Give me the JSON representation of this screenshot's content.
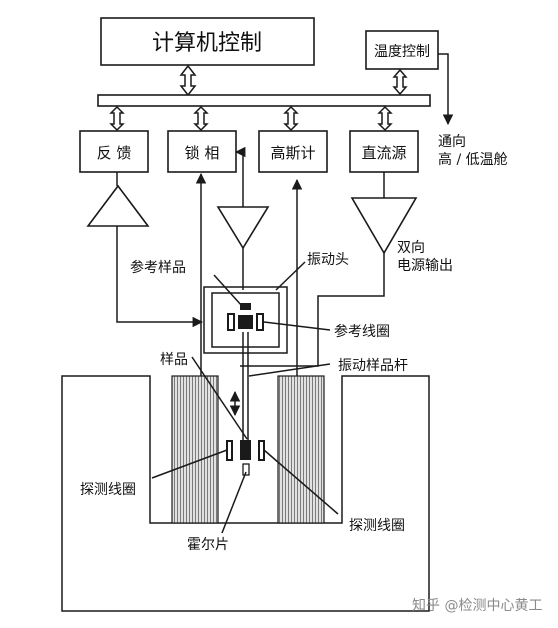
{
  "blocks": {
    "computer_control": "计算机控制",
    "temp_control": "温度控制",
    "feedback": "反 馈",
    "lockin": "锁 相",
    "gaussmeter": "高斯计",
    "dc_source": "直流源"
  },
  "labels": {
    "to_chamber_1": "通向",
    "to_chamber_2": "高 / 低温舱",
    "bidir_1": "双向",
    "bidir_2": "电源输出",
    "vibration_head": "振动头",
    "ref_sample": "参考样品",
    "ref_coil": "参考线圈",
    "sample": "样品",
    "vib_rod": "振动样品杆",
    "pickup_coil_left": "探测线圈",
    "pickup_coil_right": "探测线圈",
    "hall_probe": "霍尔片"
  },
  "watermark": "知乎 @检测中心黄工",
  "colors": {
    "stroke": "#1a1a1a",
    "magnet_fill": "#d6d6d6"
  }
}
